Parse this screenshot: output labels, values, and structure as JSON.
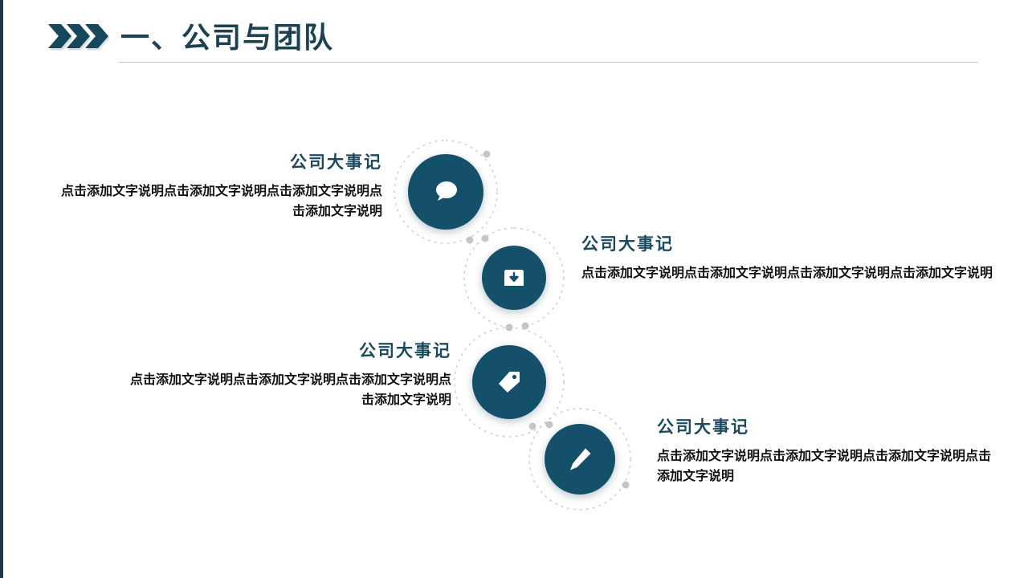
{
  "slide": {
    "background_color": "#ffffff",
    "accent_color": "#15506b",
    "title_color": "#1b4251",
    "heading_color": "#1b4a5e",
    "body_color": "#111111",
    "rule_color": "#c3c6c8",
    "ring_color": "#c9cdd0"
  },
  "header": {
    "title": "一、公司与团队",
    "chevron_icon": "triple-chevron-right-icon"
  },
  "timeline": {
    "nodes": [
      {
        "index": 1,
        "icon": "chat-bubble-icon"
      },
      {
        "index": 2,
        "icon": "inbox-download-icon"
      },
      {
        "index": 3,
        "icon": "tag-icon"
      },
      {
        "index": 4,
        "icon": "pencil-edit-icon"
      }
    ],
    "items": [
      {
        "align": "right",
        "heading": "公司大事记",
        "body": "点击添加文字说明点击添加文字说明点击添加文字说明点击添加文字说明"
      },
      {
        "align": "left",
        "heading": "公司大事记",
        "body": "点击添加文字说明点击添加文字说明点击添加文字说明点击添加文字说明"
      },
      {
        "align": "right",
        "heading": "公司大事记",
        "body": "点击添加文字说明点击添加文字说明点击添加文字说明点击添加文字说明"
      },
      {
        "align": "left",
        "heading": "公司大事记",
        "body": "点击添加文字说明点击添加文字说明点击添加文字说明点击添加文字说明"
      }
    ]
  }
}
